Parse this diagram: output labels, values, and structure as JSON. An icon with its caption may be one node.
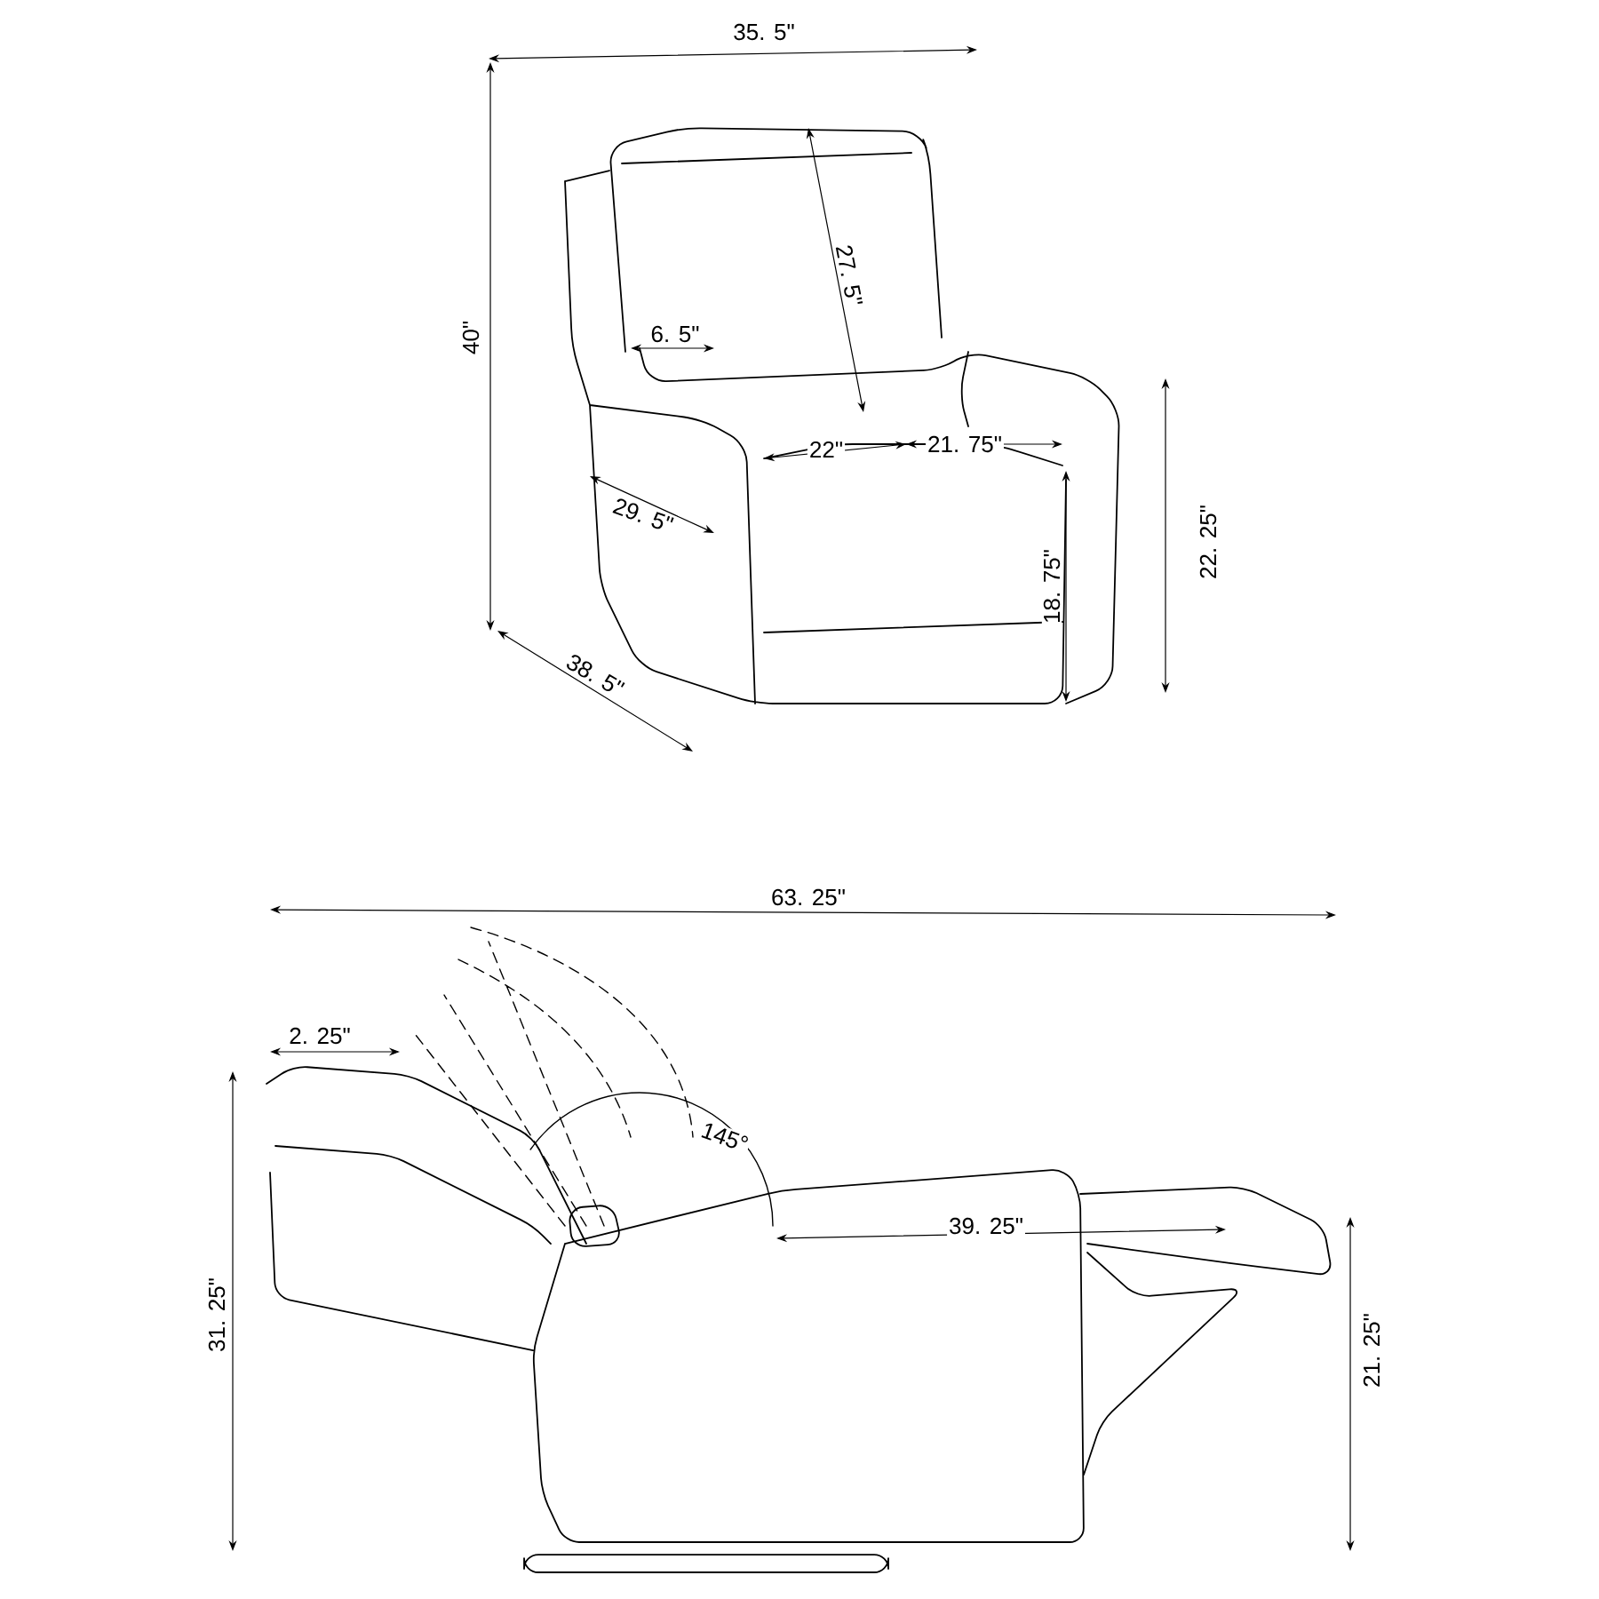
{
  "diagram": {
    "labels": [
      "35. 5\"",
      "40\"",
      "27. 5\"",
      "6. 5\"",
      "22\"",
      "21. 75\"",
      "29. 5\"",
      "22. 25\"",
      "18. 75\"",
      "38. 5\"",
      "63. 25\"",
      "2. 25\"",
      "145°",
      "39. 25\"",
      "31. 25\"",
      "21. 25\""
    ]
  }
}
